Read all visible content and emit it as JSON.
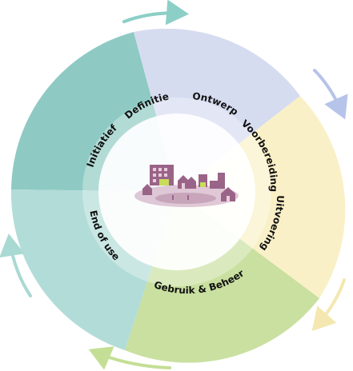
{
  "phases": [
    {
      "key": "initiatief",
      "label": "Initiatief",
      "color": "#8ecac3"
    },
    {
      "key": "definitie",
      "label": "Definitie",
      "color": "#d6dcf0"
    },
    {
      "key": "ontwerp",
      "label": "Ontwerp",
      "color": "#d6dcf0"
    },
    {
      "key": "voorbereiding",
      "label": "Voorbereiding",
      "color": "#cdd6ee"
    },
    {
      "key": "uitvoering",
      "label": "Uitvoering",
      "color": "#faf0c7"
    },
    {
      "key": "gebruik",
      "label": "Gebruik & Beheer",
      "color": "#c9e0a0"
    },
    {
      "key": "endofuse",
      "label": "End of use",
      "color": "#b2dcd8"
    }
  ],
  "colors": {
    "center": "#ffffff",
    "building": "#9a6488",
    "building_light": "#c79bb6",
    "accent_green": "#c8dc5a",
    "arrow_teal": "#8ccfc6",
    "arrow_blue": "#b6c4ea",
    "arrow_yellow": "#f4e7b0",
    "arrow_green": "#c4df95",
    "arrow_light_teal": "#a9d9d3"
  },
  "icons": {
    "center": "city-illustration-icon"
  }
}
